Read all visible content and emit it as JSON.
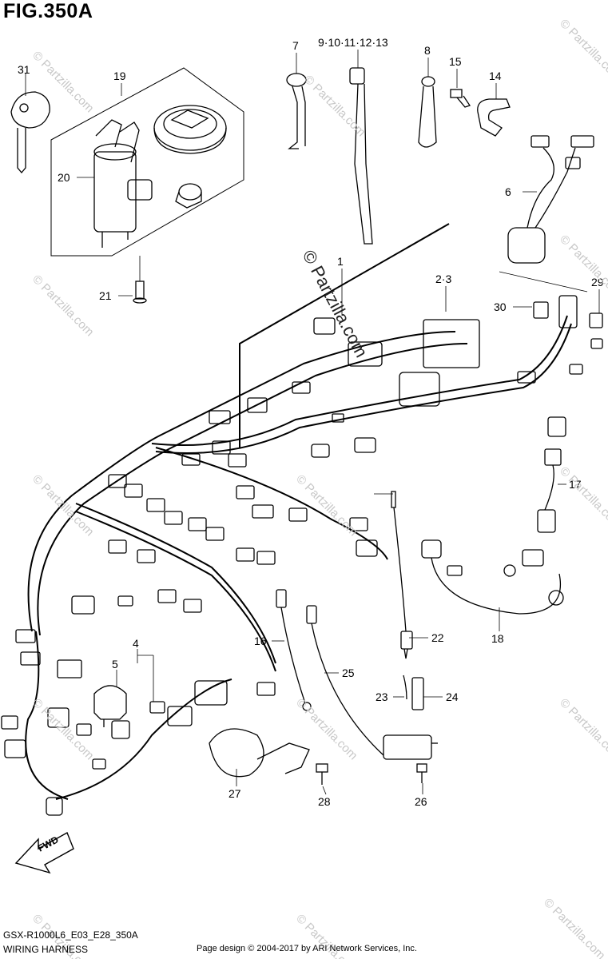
{
  "figure": {
    "title": "FIG.350A",
    "code": "GSX-R1000L6_E03_E28_350A",
    "name": "WIRING HARNESS",
    "copyright": "Page design © 2004-2017 by ARI Network Services, Inc.",
    "watermark": "© Partzilla.com",
    "fwd_label": "FWD"
  },
  "callouts": {
    "c1": "1",
    "c23": "2·3",
    "c4": "4",
    "c5": "5",
    "c6": "6",
    "c7": "7",
    "c8": "8",
    "c9": "9·10·11·12·13",
    "c14": "14",
    "c15": "15",
    "c16": "16",
    "c17": "17",
    "c18": "18",
    "c19": "19",
    "c20": "20",
    "c21": "21",
    "c22": "22",
    "c23b": "23",
    "c24": "24",
    "c25": "25",
    "c26": "26",
    "c27": "27",
    "c28": "28",
    "c29": "29",
    "c30": "30",
    "c31": "31"
  }
}
